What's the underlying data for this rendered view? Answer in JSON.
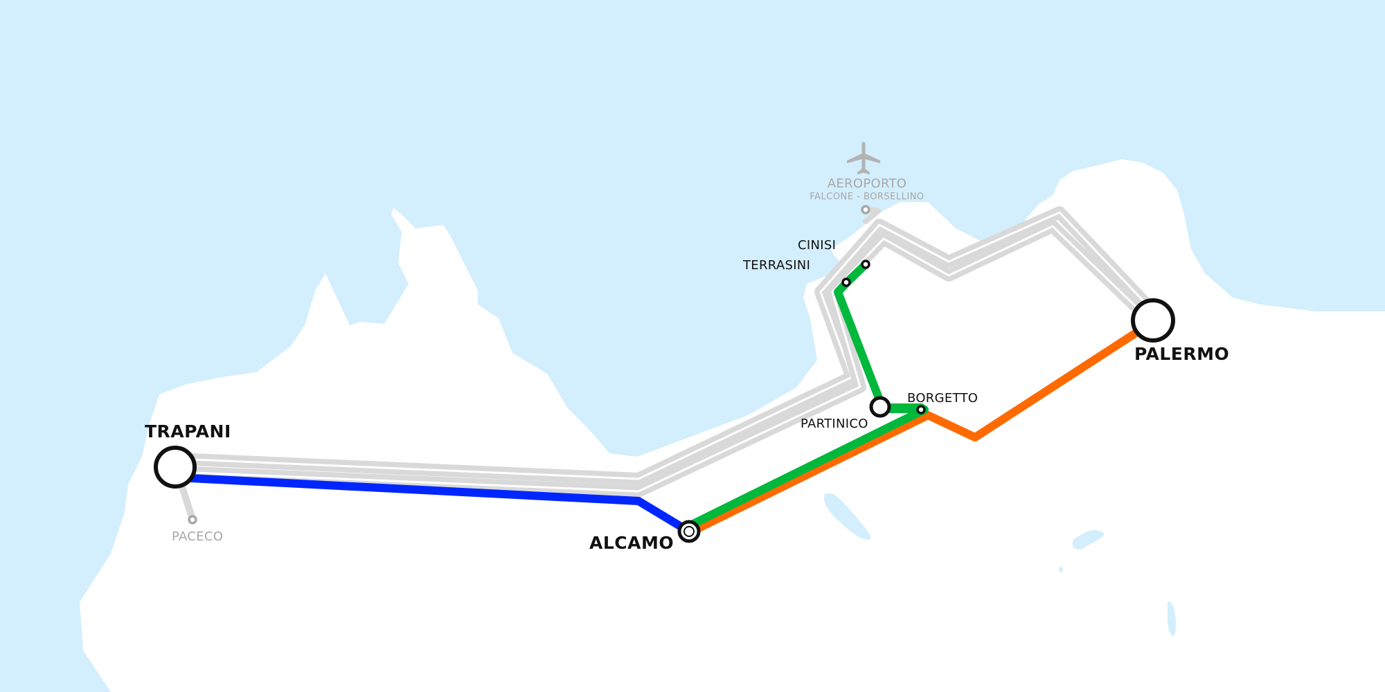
{
  "colors": {
    "sea": "#d3eefc",
    "land": "#ffffff",
    "planned_line": "#d9d9d9",
    "blue_line": "#0026ff",
    "green_line": "#00b83c",
    "orange_line": "#ff6a00",
    "station_outline": "#111111",
    "muted_text": "#a8a8a8"
  },
  "stations": {
    "trapani": "TRAPANI",
    "paceco": "PACECO",
    "alcamo": "ALCAMO",
    "partinico": "PARTINICO",
    "borgetto": "BORGETTO",
    "terrasini": "TERRASINI",
    "cinisi": "CINISI",
    "palermo": "PALERMO",
    "airport": "AEROPORTO",
    "airport_sub": "FALCONE - BORSELLINO"
  },
  "icons": {
    "airport": "airplane-icon"
  }
}
